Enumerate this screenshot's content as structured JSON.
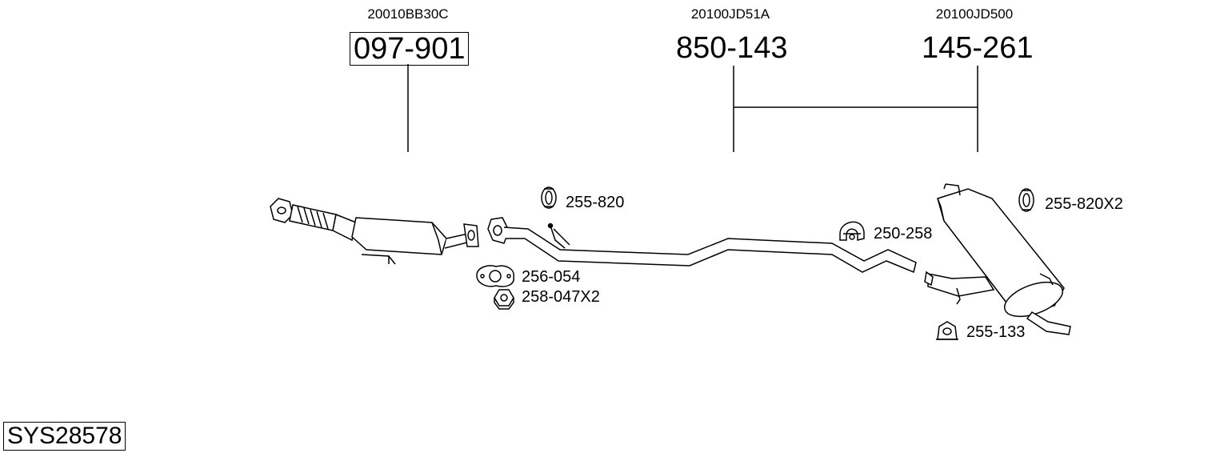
{
  "oem_numbers": {
    "cat": "20010BB30C",
    "mid": "20100JD51A",
    "rear": "20100JD500"
  },
  "part_numbers": {
    "cat": "097-901",
    "mid": "850-143",
    "rear": "145-261"
  },
  "accessories": {
    "hanger_a": "255-820",
    "gasket": "256-054",
    "nut": "258-047X2",
    "clamp": "250-258",
    "hanger_b": "255-820X2",
    "mount": "255-133"
  },
  "system_id": "SYS28578"
}
